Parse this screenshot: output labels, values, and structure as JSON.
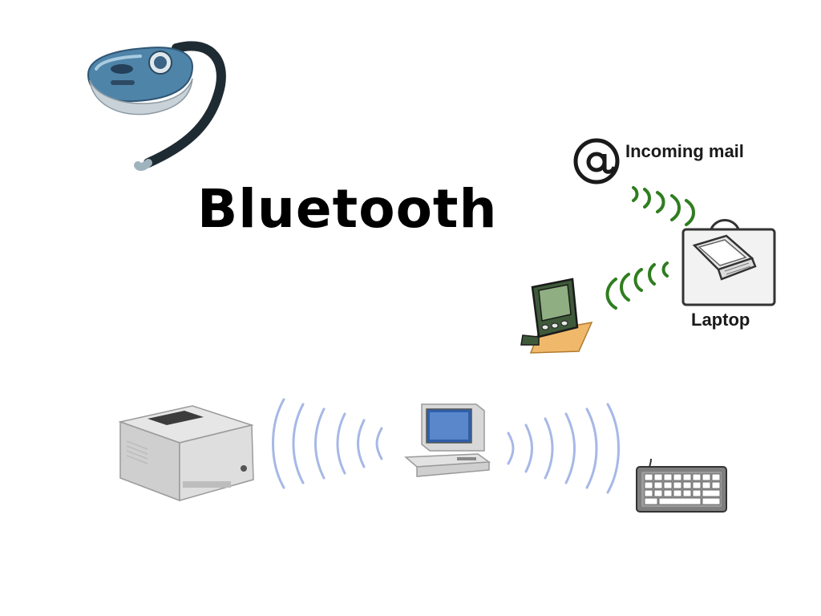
{
  "slide": {
    "title": "Bluetooth"
  },
  "scene": {
    "mail_label": "Incoming mail",
    "laptop_label": "Laptop"
  },
  "colors": {
    "wave_blue": "#a6b8e6",
    "wave_green": "#2f7d1f",
    "device_gray": "#d9d9d9",
    "headset_blue": "#4a7aa0"
  }
}
